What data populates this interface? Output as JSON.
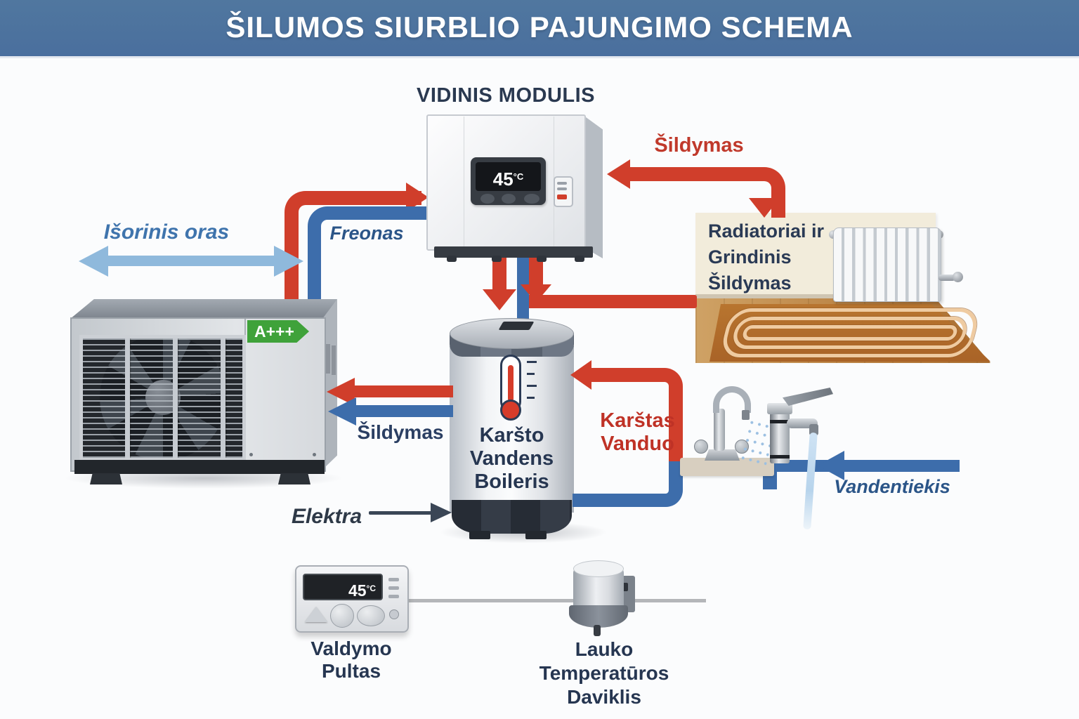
{
  "header": {
    "title": "ŠILUMOS SIURBLIO PAJUNGIMO SCHEMA"
  },
  "indoor_module": {
    "title": "VIDINIS MODULIS",
    "display_temp": "45",
    "display_unit": "°C"
  },
  "outdoor_unit": {
    "energy_rating": "A+++",
    "air_label": "Išorinis oras"
  },
  "pipes": {
    "freon_label": "Freonas",
    "heating_to_radiators_label": "Šildymas",
    "heating_to_outdoor_label": "Šildymas",
    "hot_water_label_line1": "Karštas",
    "hot_water_label_line2": "Vanduo",
    "water_supply_label": "Vandentiekis",
    "electricity_label": "Elektra"
  },
  "radiator_panel": {
    "line1": "Radiatoriai ir",
    "line2": "Grindinis",
    "line3": "Šildymas"
  },
  "boiler": {
    "line1": "Karšto",
    "line2": "Vandens",
    "line3": "Boileris"
  },
  "control_panel": {
    "label": "Valdymo Pultas",
    "display_temp": "45",
    "display_unit": "°C"
  },
  "outdoor_sensor": {
    "label_line1": "Lauko Temperatūros",
    "label_line2": "Daviklis"
  },
  "colors": {
    "header_blue": "#4e73a4",
    "pipe_red": "#d03e2b",
    "pipe_blue": "#3d6dab",
    "light_blue_arrow": "#8fb9dc",
    "navy_text": "#263651",
    "red_text": "#c0392b",
    "blue_text": "#2b5588",
    "energy_green": "#3fa23a"
  }
}
